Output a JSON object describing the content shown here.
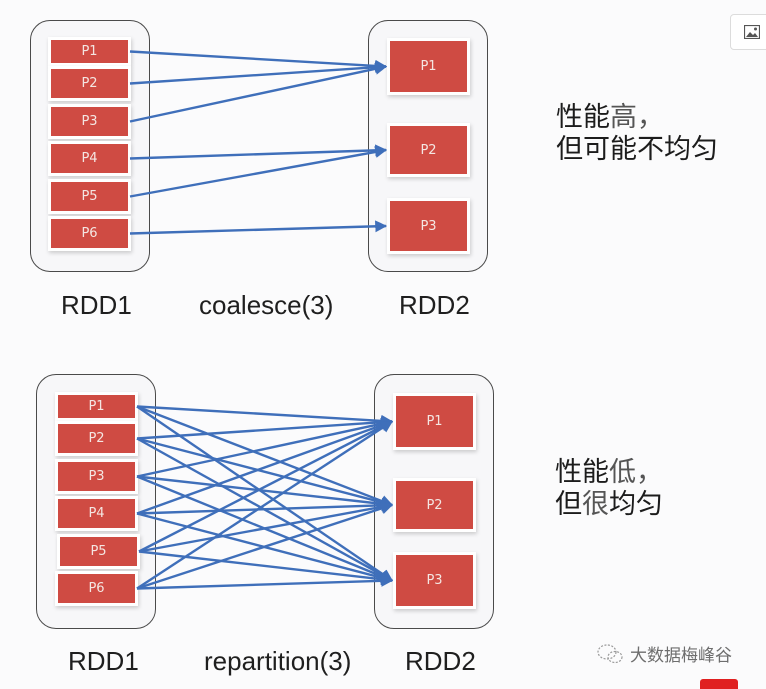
{
  "colors": {
    "partition_fill": "#cf4b43",
    "arrow": "#3f6fba",
    "background": "#fbfbfc"
  },
  "top_diagram": {
    "operation": "coalesce(3)",
    "source_label": "RDD1",
    "target_label": "RDD2",
    "source_partitions": [
      "P1",
      "P2",
      "P3",
      "P4",
      "P5",
      "P6"
    ],
    "target_partitions": [
      "P1",
      "P2",
      "P3"
    ],
    "edges": [
      [
        0,
        0
      ],
      [
        1,
        0
      ],
      [
        2,
        0
      ],
      [
        3,
        1
      ],
      [
        4,
        1
      ],
      [
        5,
        2
      ]
    ],
    "note_line1_a": "性能",
    "note_line1_b": "高，",
    "note_line2": "但可能不均匀"
  },
  "bottom_diagram": {
    "operation": "repartition(3)",
    "source_label": "RDD1",
    "target_label": "RDD2",
    "source_partitions": [
      "P1",
      "P2",
      "P3",
      "P4",
      "P5",
      "P6"
    ],
    "target_partitions": [
      "P1",
      "P2",
      "P3"
    ],
    "edges": "all-to-all",
    "note_line1_a": "性能",
    "note_line1_b": "低，",
    "note_line2_a": "但",
    "note_line2_b": "很",
    "note_line2_c": "均匀"
  },
  "overlay": {
    "image_button_icon": "image-icon",
    "watermark_icon": "wechat-icon",
    "watermark_text": "大数据梅峰谷"
  }
}
